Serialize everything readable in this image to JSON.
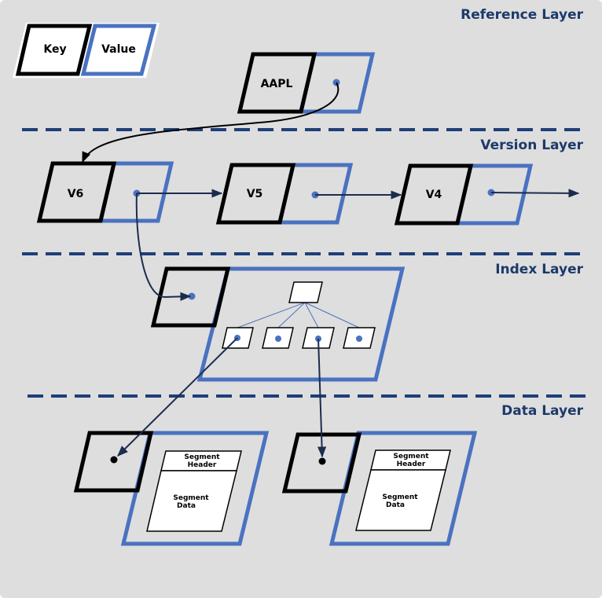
{
  "legend": {
    "key": "Key",
    "value": "Value"
  },
  "layers": {
    "reference": "Reference Layer",
    "version": "Version Layer",
    "index": "Index Layer",
    "data": "Data Layer"
  },
  "reference_entry": {
    "key": "AAPL"
  },
  "versions": [
    "V6",
    "V5",
    "V4"
  ],
  "segments": [
    {
      "header_line1": "Segment",
      "header_line2": "Header",
      "data_line1": "Segment",
      "data_line2": "Data"
    },
    {
      "header_line1": "Segment",
      "header_line2": "Header",
      "data_line1": "Segment",
      "data_line2": "Data"
    }
  ],
  "colors": {
    "background": "#dedede",
    "key_border": "#000000",
    "value_border": "#4a72c0",
    "arrow_dark": "#1b2d4f",
    "label": "#1c3a6a",
    "dashed_line": "#1e3f78"
  }
}
